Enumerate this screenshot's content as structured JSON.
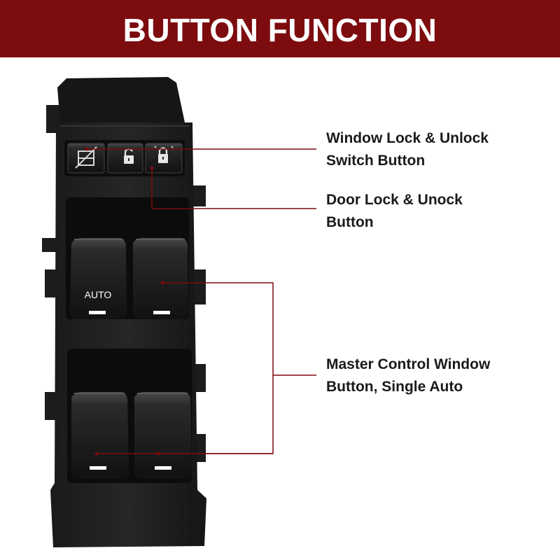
{
  "banner": {
    "title": "BUTTON FUNCTION",
    "color": "#7d0c0f"
  },
  "switch_panel": {
    "lock_button_icon": "window-lock-crossed-icon",
    "door_buttons": [
      "padlock-open-icon",
      "padlock-closed-icon"
    ],
    "auto_label": "AUTO"
  },
  "callouts": [
    {
      "lines": [
        "Window Lock & Unlock",
        "Switch Button"
      ]
    },
    {
      "lines": [
        "Door Lock & Unock",
        "Button"
      ]
    },
    {
      "lines": [
        "Master Control Window",
        "Button, Single Auto"
      ]
    }
  ],
  "leader_color": "#7d0c0f"
}
